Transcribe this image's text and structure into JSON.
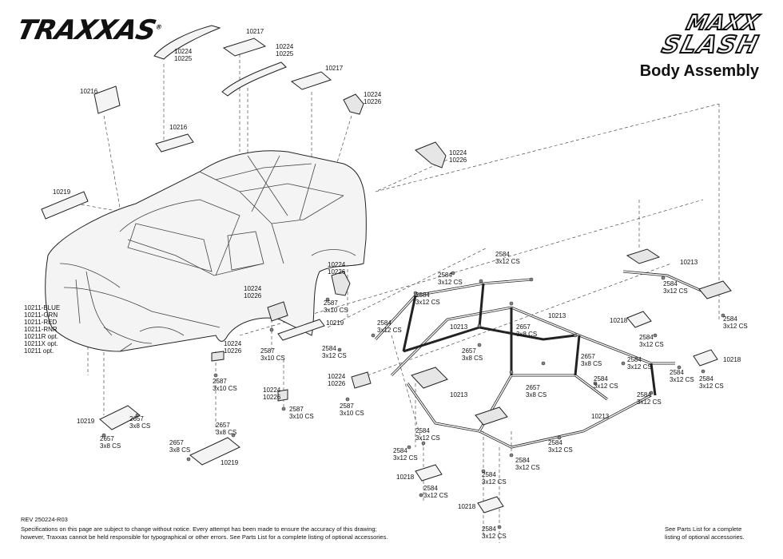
{
  "brand": {
    "logo": "TRAXXAS",
    "trademark": "®",
    "model_line1": "MAXX",
    "model_line2": "SLASH"
  },
  "title": "Body Assembly",
  "body_colors": [
    "10211-BLUE",
    "10211-GRN",
    "10211-RED",
    "10211-RNR",
    "10211R opt.",
    "10211X opt.",
    "10211 opt."
  ],
  "labels": {
    "p10217": "10217",
    "p10224": "10224",
    "p10225": "10225",
    "p10226": "10226",
    "p10216": "10216",
    "p10219": "10219",
    "p10213": "10213",
    "p10218": "10218",
    "p2584": "2584",
    "p2587": "2587",
    "p2657": "2657",
    "s3x12": "3x12 CS",
    "s3x10": "3x10 CS",
    "s3x8": "3x8 CS"
  },
  "footer": {
    "rev": "REV 250224-R03",
    "line1": "Specifications on this page are subject to change without notice. Every attempt has been made to ensure the accuracy of this drawing;",
    "line2": "however, Traxxas cannot  be held responsible for typographical or other errors. See Parts List for a complete listing of optional accessories.",
    "right1": "See Parts List for a complete",
    "right2": "listing of optional accessories."
  }
}
